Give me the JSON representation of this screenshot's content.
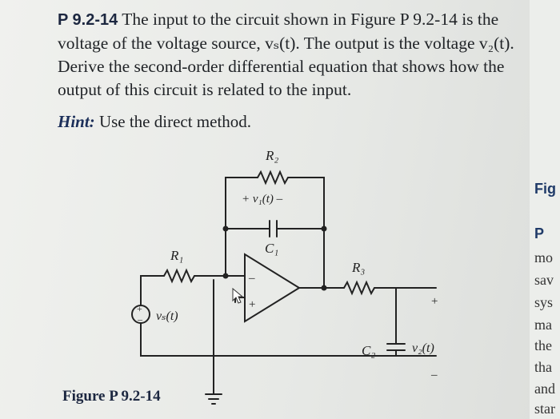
{
  "problem": {
    "number": "P 9.2-14",
    "text": " The input to the circuit shown in Figure P 9.2-14 is the voltage of the voltage source, vₛ(t). The output is the voltage v₂(t). Derive the second-order differential equation that shows how the output of this circuit is related to the input."
  },
  "hint": {
    "label": "Hint:",
    "text": " Use the direct method."
  },
  "figure": {
    "caption": "Figure P 9.2-14",
    "labels": {
      "r2": "R₂",
      "v1": "+ v₁(t)  –",
      "c1": "C₁",
      "r1": "R₁",
      "r3": "R₃",
      "c2": "C₂",
      "vs": "vₛ(t)",
      "v2": "v₂(t)",
      "plus": "+",
      "minus": "–",
      "src_plus": "+",
      "src_minus": "–",
      "op_minus": "–",
      "op_plus": "+"
    }
  },
  "right_column": {
    "items": [
      "Fig",
      "P",
      "mo",
      "sav",
      "sys",
      "ma",
      "the",
      "tha",
      "and",
      "star"
    ]
  },
  "colors": {
    "heading": "#1c2740",
    "hint": "#1c2f5a",
    "ink": "#222222"
  }
}
